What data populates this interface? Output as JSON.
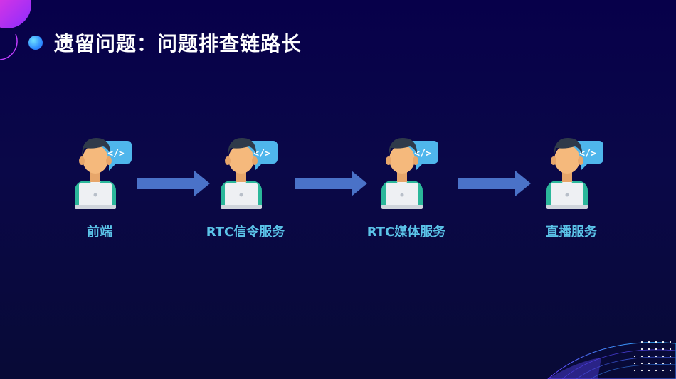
{
  "title": "遗留问题：问题排查链路长",
  "colors": {
    "background": "#07004a",
    "accent": "#5bc3e8",
    "arrow": "#4a72c8",
    "bullet": "#2f8dff"
  },
  "flow": {
    "nodes": [
      {
        "label": "前端",
        "icon": "developer-icon"
      },
      {
        "label": "RTC信令服务",
        "icon": "developer-icon"
      },
      {
        "label": "RTC媒体服务",
        "icon": "developer-icon"
      },
      {
        "label": "直播服务",
        "icon": "developer-icon"
      }
    ],
    "code_badge": "</>"
  }
}
